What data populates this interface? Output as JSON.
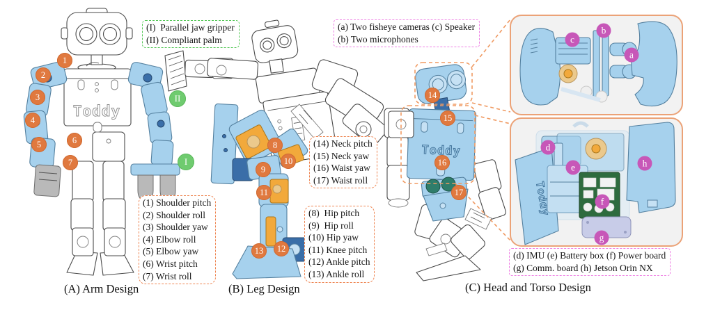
{
  "robot_name": "Toddy",
  "captions": {
    "panel_a": "(A) Arm Design",
    "panel_b": "(B) Leg Design",
    "panel_c": "(C) Head and Torso Design"
  },
  "legends": {
    "gripper": {
      "lines": [
        "(I)  Parallel jaw gripper",
        "(II) Compliant palm"
      ]
    },
    "head_sensors": {
      "lines": [
        "(a) Two fisheye cameras (c) Speaker",
        "(b) Two microphones"
      ]
    },
    "arm_joints": {
      "lines": [
        "(1) Shoulder pitch",
        "(2) Shoulder roll",
        "(3) Shoulder yaw",
        "(4) Elbow roll",
        "(5) Elbow yaw",
        "(6) Wrist pitch",
        "(7) Wrist roll"
      ]
    },
    "neck_waist_joints": {
      "lines": [
        "(14) Neck pitch",
        "(15) Neck yaw",
        "(16) Waist yaw",
        "(17) Waist roll"
      ]
    },
    "leg_joints": {
      "lines": [
        "(8)  Hip pitch",
        "(9)  Hip roll",
        "(10) Hip yaw",
        "(11) Knee pitch",
        "(12) Ankle pitch",
        "(13) Ankle roll"
      ]
    },
    "torso_components": {
      "lines": [
        "(d) IMU (e) Battery box (f) Power board",
        "(g) Comm. board (h) Jetson Orin NX"
      ]
    }
  },
  "markers": {
    "j1": "1",
    "j2": "2",
    "j3": "3",
    "j4": "4",
    "j5": "5",
    "j6": "6",
    "j7": "7",
    "j8": "8",
    "j9": "9",
    "j10": "10",
    "j11": "11",
    "j12": "12",
    "j13": "13",
    "j14": "14",
    "j15": "15",
    "j16": "16",
    "j17": "17",
    "rI": "I",
    "rII": "II",
    "a": "a",
    "b": "b",
    "c": "c",
    "d": "d",
    "e": "e",
    "f": "f",
    "g": "g",
    "h": "h"
  },
  "colors": {
    "robot_blue": "#a6d1ed",
    "actuator_yellow": "#f2a93b",
    "marker_orange": "#e0793f",
    "marker_green": "#6fcb6f",
    "marker_pink": "#c757b8",
    "box_orange_dash": "#ee8450",
    "box_green_dash": "#55c857",
    "box_violet_dash": "#ee7fe4",
    "panel_border": "#eba277",
    "panel_bg": "#f2f2f2"
  }
}
